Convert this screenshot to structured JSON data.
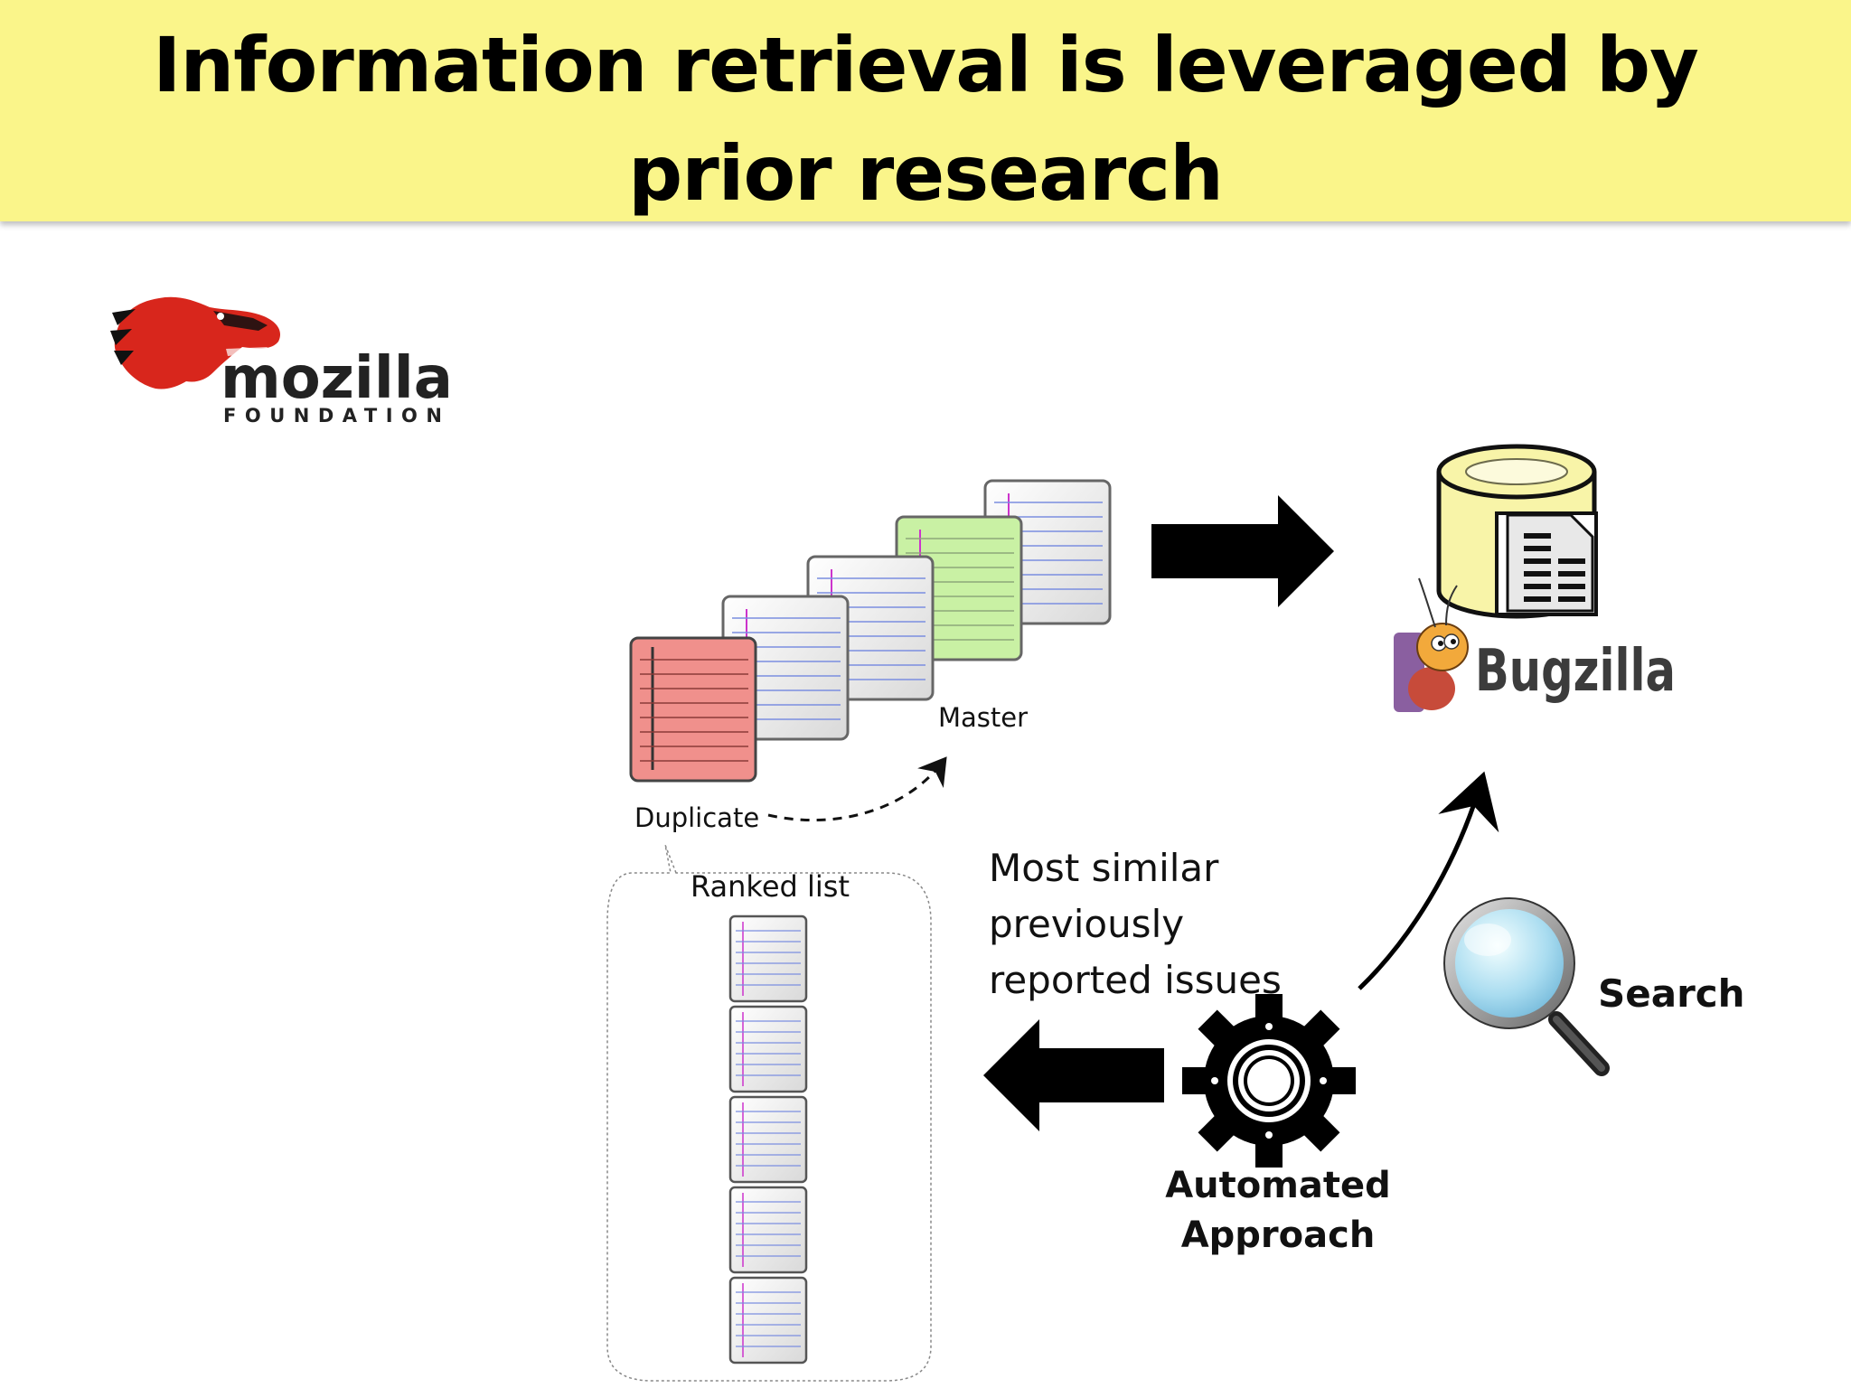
{
  "title": "Information retrieval is leveraged by prior research",
  "logo": {
    "name": "mozilla",
    "subtitle": "FOUNDATION",
    "icon": "mozilla-dinosaur-icon"
  },
  "bug_tracker": {
    "name": "Bugzilla",
    "icon": "bugzilla-ant-icon"
  },
  "labels": {
    "master": "Master",
    "duplicate": "Duplicate",
    "ranked_list": "Ranked list",
    "most_similar_1": "Most similar",
    "most_similar_2": "previously",
    "most_similar_3": "reported issues",
    "search": "Search",
    "automated_1": "Automated",
    "automated_2": "Approach"
  },
  "colors": {
    "title_background": "#faf58a",
    "duplicate_report": "#f0908c",
    "master_report": "#c9f1a4",
    "database": "#f8f4a8",
    "mozilla_red": "#d8261c"
  }
}
